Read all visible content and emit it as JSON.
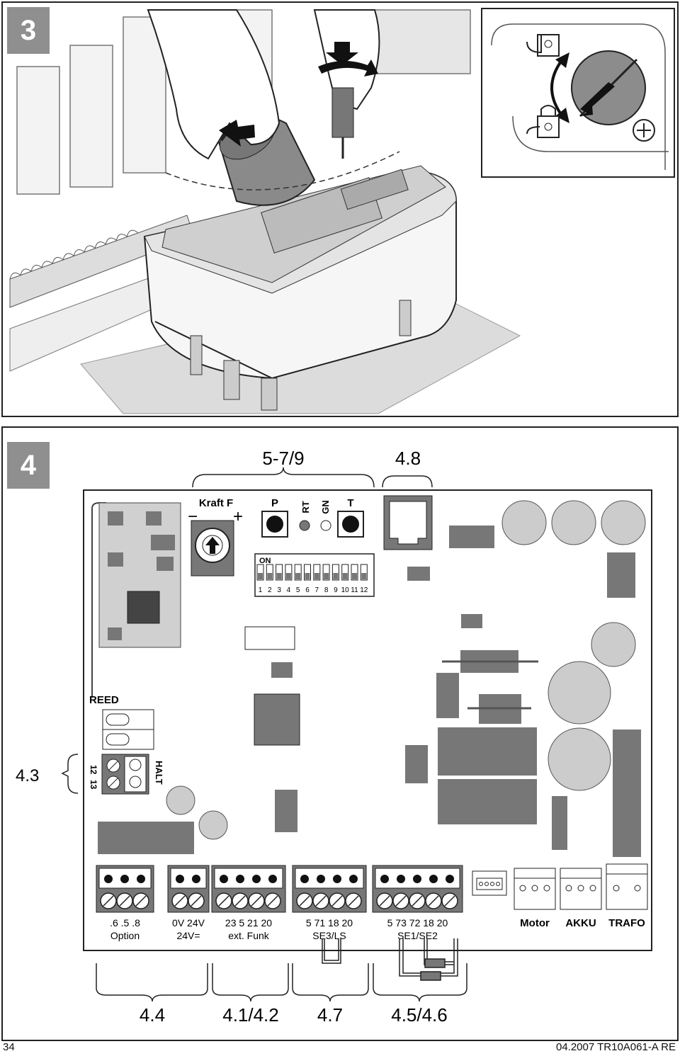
{
  "step3": {
    "number": "3"
  },
  "step4": {
    "number": "4",
    "top_labels": {
      "group_57": "5-7/9",
      "group_48": "4.8"
    },
    "board": {
      "kraft": "Kraft F",
      "minus": "−",
      "plus": "+",
      "p": "P",
      "rt": "RT",
      "gn": "GN",
      "t": "T",
      "on": "ON",
      "dip_numbers": [
        "1",
        "2",
        "3",
        "4",
        "5",
        "6",
        "7",
        "8",
        "9",
        "10",
        "11",
        "12"
      ],
      "reed": "REED",
      "halt": "HALT",
      "halt_pins": [
        "12",
        "13"
      ]
    },
    "left_label": "4.3",
    "terminals": [
      {
        "pins": ".6   .5   .8",
        "name": "Option"
      },
      {
        "pins": "0V  24V",
        "name": "24V="
      },
      {
        "pins": "23   5   21  20",
        "name": "ext. Funk"
      },
      {
        "pins": "5   71  18  20",
        "name": "SE3/LS"
      },
      {
        "pins": "5   73  72  18  20",
        "name": "SE1/SE2"
      }
    ],
    "connectors": [
      "Motor",
      "AKKU",
      "TRAFO"
    ],
    "bottom_labels": [
      "4.4",
      "4.1/4.2",
      "4.7",
      "4.5/4.6"
    ]
  },
  "footer": {
    "page": "34",
    "ref": "04.2007  TR10A061-A  RE"
  }
}
